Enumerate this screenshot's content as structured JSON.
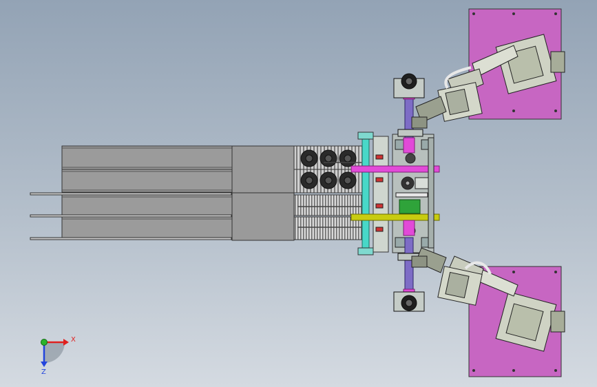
{
  "viewport": {
    "name": "cad-assembly-top-view",
    "background_top": "#93a3b5",
    "background_bottom": "#d4dae1"
  },
  "triad": {
    "x_label": "X",
    "z_label": "Z",
    "x_color": "#e0201f",
    "y_color": "#2bb32b",
    "z_color": "#2244dd"
  },
  "colors": {
    "robot_base": "#c766c2",
    "robot_body": "#d2d6c8",
    "rail_purple": "#7d6cc6",
    "bar_magenta": "#e24ad8",
    "bar_yellow": "#c8cc10",
    "bar_cyan": "#48d8c8",
    "conveyor": "#9b9b9b",
    "block_green": "#2fa33a"
  }
}
